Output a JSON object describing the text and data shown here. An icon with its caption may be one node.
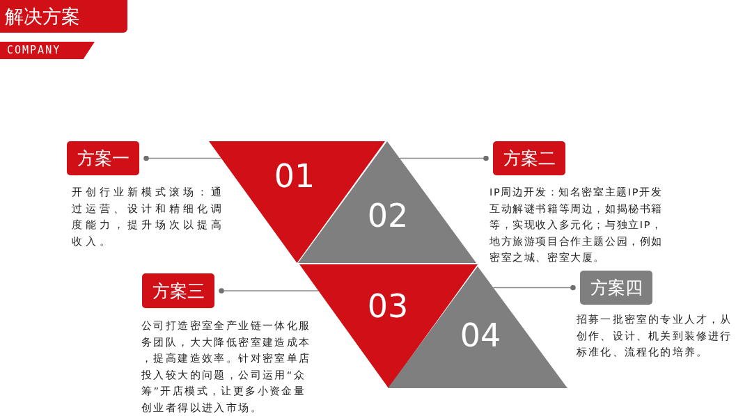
{
  "diagram": {
    "title": "解决方案",
    "nodes": [
      {
        "text": [
          "方案一"
        ]
      },
      {
        "text": [
          "01"
        ]
      },
      {
        "text": [
          "02"
        ]
      },
      {
        "text": [
          "方案二"
        ]
      },
      {
        "text": [
          "方案三"
        ]
      },
      {
        "text": [
          "03"
        ]
      },
      {
        "text": [
          "04"
        ]
      },
      {
        "text": [
          "方案四"
        ]
      }
    ],
    "edges": [
      {
        "from": 1,
        "to": 0,
        "arrow": "other"
      },
      {
        "from": 2,
        "to": 3,
        "arrow": "other"
      },
      {
        "from": 5,
        "to": 4,
        "arrow": "other"
      },
      {
        "from": 6,
        "to": 7,
        "arrow": "other"
      }
    ],
    "labels": [
      "COMPANY",
      "开创行业新模式滚场：通过运营、设计和精细化调度能力，提升场次以提高收入。",
      "IP周边开发：知名密室主题IP开发互动解谜书籍等周边，如揭秘书籍等，实现收入多元化；与独立IP，地方旅游项目合作主题公园，例如密室之城、密室大厦。",
      "公司打造密室全产业链一体化服务团队，大大降低密室建造成本，提高建造效率。针对密室单店投入较大的问题，公司运用“众筹”开店模式，让更多小资金量创业者得以进入市场。",
      "招募一批密室的专业人才，从创作、设计、机关到装修进行标准化、流程化的培养。"
    ]
  }
}
